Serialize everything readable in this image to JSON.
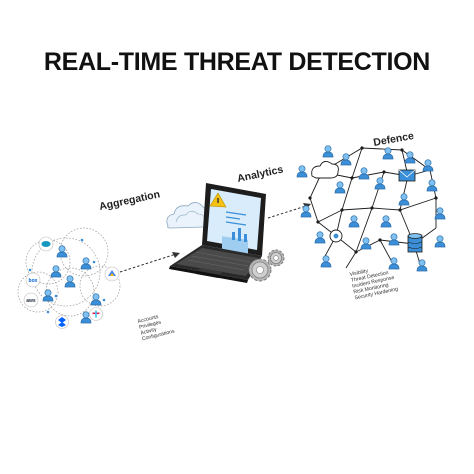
{
  "title": "REAL-TIME THREAT DETECTION",
  "stages": {
    "aggregation": "Aggregation",
    "analytics": "Analytics",
    "defence": "Defence"
  },
  "aggregation_items": [
    "Accounts",
    "Privileges",
    "Activity",
    "Configurations"
  ],
  "defence_items": [
    "Visibility",
    "Threat Detection",
    "Incident Response",
    "Risk Monitoring",
    "Security Hardening"
  ],
  "logos": {
    "box": "box",
    "aws": "aws"
  },
  "colors": {
    "accent": "#3a8fd8",
    "user_light": "#7ec0f0",
    "dark": "#1d1d1d",
    "warning": "#f5c211"
  }
}
